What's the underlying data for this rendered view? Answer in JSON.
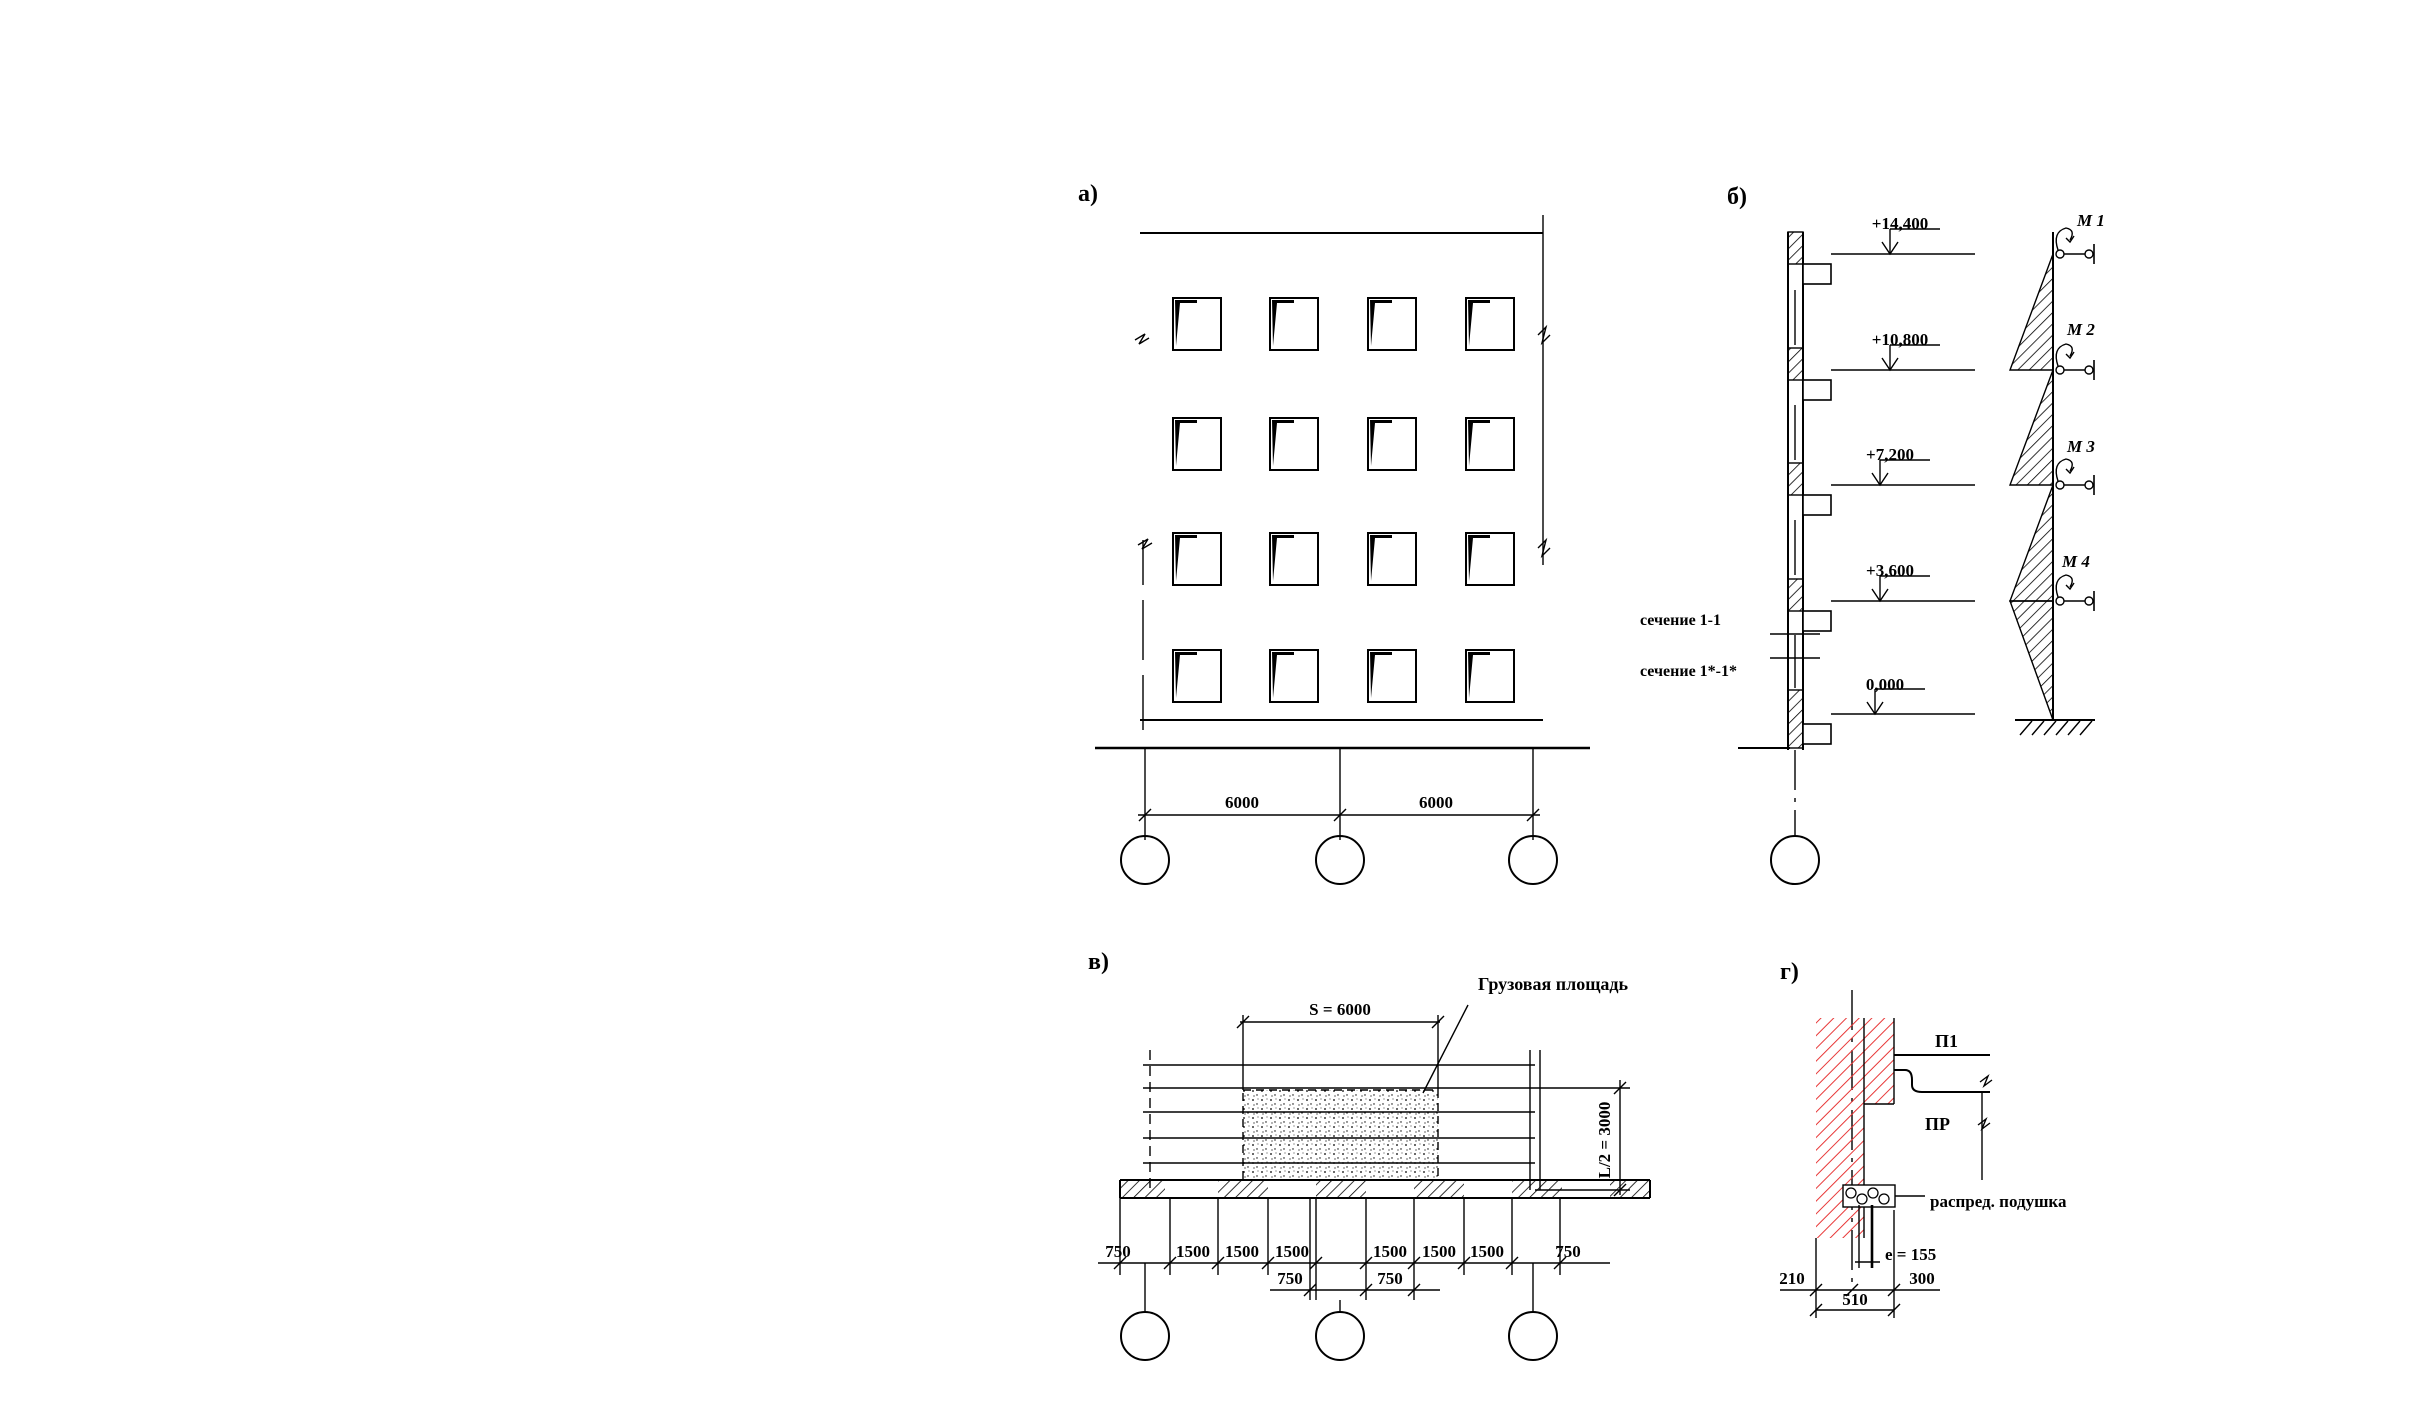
{
  "panels": {
    "a": {
      "label": "а)",
      "dims": [
        "6000",
        "6000"
      ]
    },
    "b": {
      "label": "б)",
      "levels": [
        "+14,400",
        "+10,800",
        "+7,200",
        "+3,600",
        "0,000"
      ],
      "moments": [
        "M 1",
        "M 2",
        "M 3",
        "M 4"
      ],
      "section1": "сечение 1-1",
      "section2": "сечение 1*-1*"
    },
    "v": {
      "label": "в)",
      "span": "S = 6000",
      "load_area": "Грузовая площадь",
      "half_span": "L/2 = 3000",
      "dims_top": [
        "750",
        "1500",
        "1500",
        "1500",
        "1500",
        "1500",
        "1500",
        "750"
      ],
      "dims_bottom": [
        "750",
        "750"
      ]
    },
    "g": {
      "label": "г)",
      "p1": "П1",
      "pr": "ПР",
      "cushion": "распред. подушка",
      "ecc": "е = 155",
      "dims": [
        "210",
        "300",
        "510"
      ]
    }
  },
  "colors": {
    "ink": "#000000",
    "hatch_red": "#e83838"
  }
}
